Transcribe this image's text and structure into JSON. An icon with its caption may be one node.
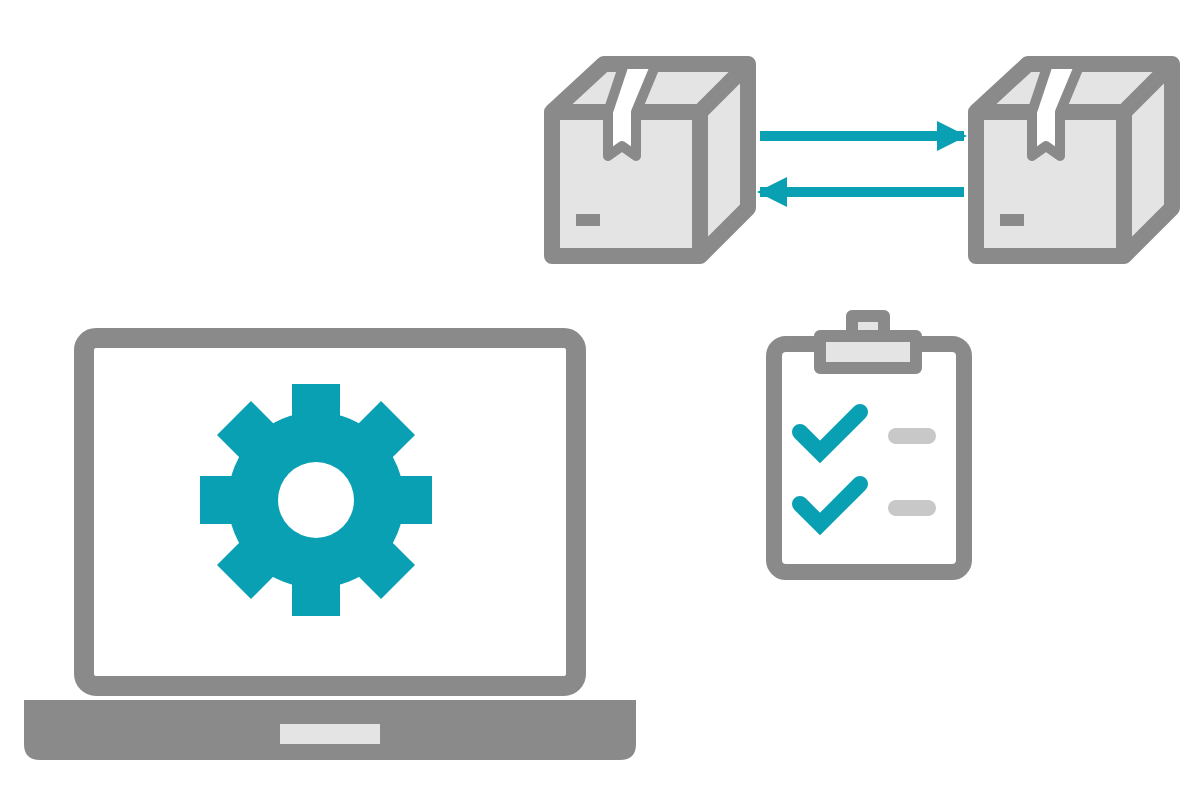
{
  "diagram": {
    "nodes": [
      {
        "text": [],
        "shape": "picture"
      },
      {
        "text": [],
        "shape": "picture"
      }
    ],
    "edges": [
      {
        "from": 0,
        "to": 1,
        "arrow": "to"
      },
      {
        "from": 1,
        "to": 0,
        "arrow": "to"
      }
    ]
  }
}
